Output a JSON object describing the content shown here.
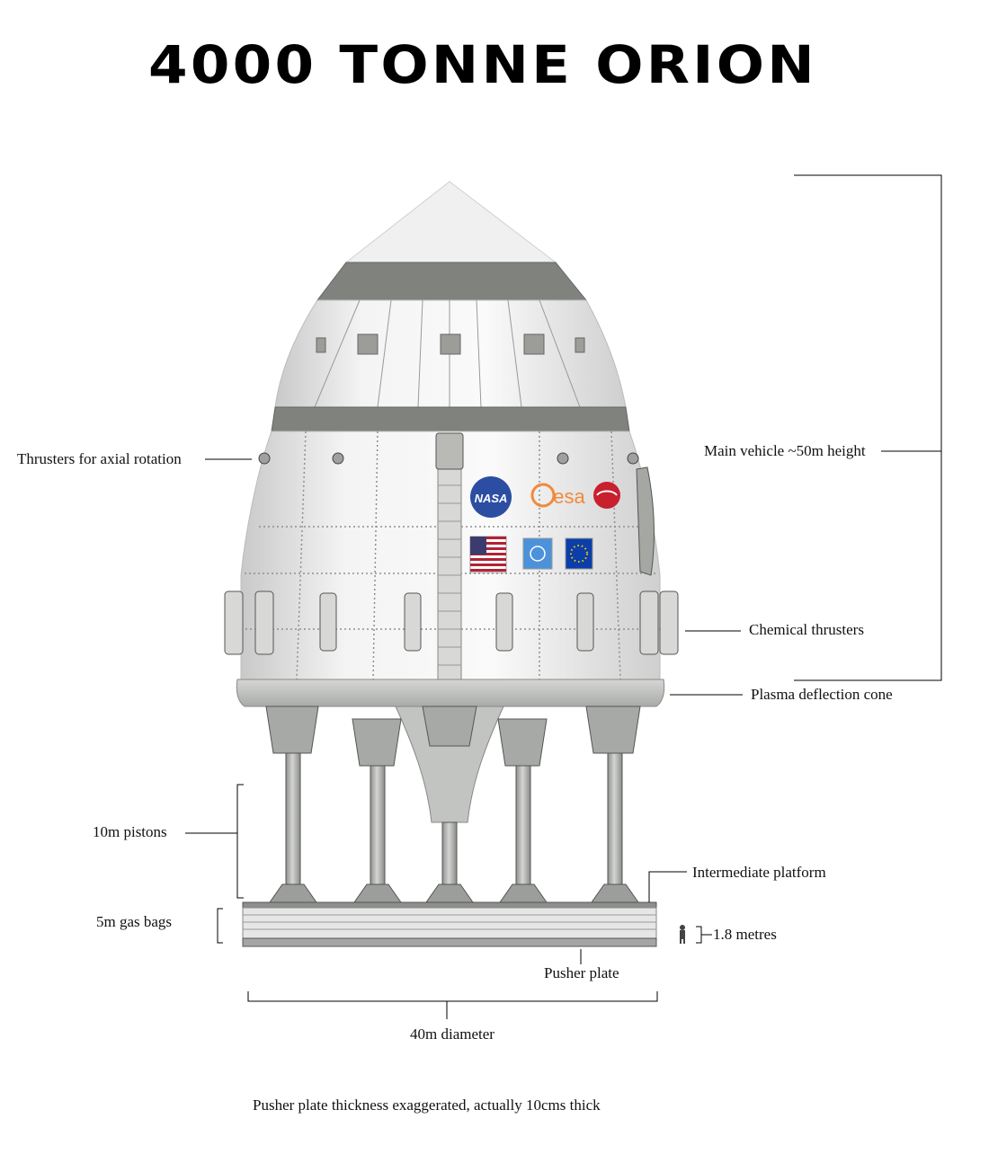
{
  "title": "4000 TONNE ORION",
  "labels": {
    "thrusters_axial": "Thrusters for axial rotation",
    "main_vehicle": "Main vehicle ~50m height",
    "chemical_thrusters": "Chemical thrusters",
    "plasma_cone": "Plasma deflection cone",
    "pistons": "10m pistons",
    "intermediate_platform": "Intermediate platform",
    "gas_bags": "5m gas bags",
    "human_scale": "1.8 metres",
    "pusher_plate": "Pusher plate",
    "diameter": "40m diameter",
    "footnote": "Pusher plate thickness exaggerated, actually 10cms thick"
  },
  "logos": {
    "nasa": "NASA",
    "esa": "esa"
  },
  "colors": {
    "hull": "#f1f1f1",
    "band": "#7d807b",
    "structure": "#b9bbb8",
    "nasa_blue": "#2b4ea2",
    "esa_orange": "#f08a3c",
    "cyrillic_red": "#c8202f",
    "un_blue": "#4b92db",
    "eu_blue": "#0b3ea8",
    "eu_gold": "#f6d000"
  }
}
